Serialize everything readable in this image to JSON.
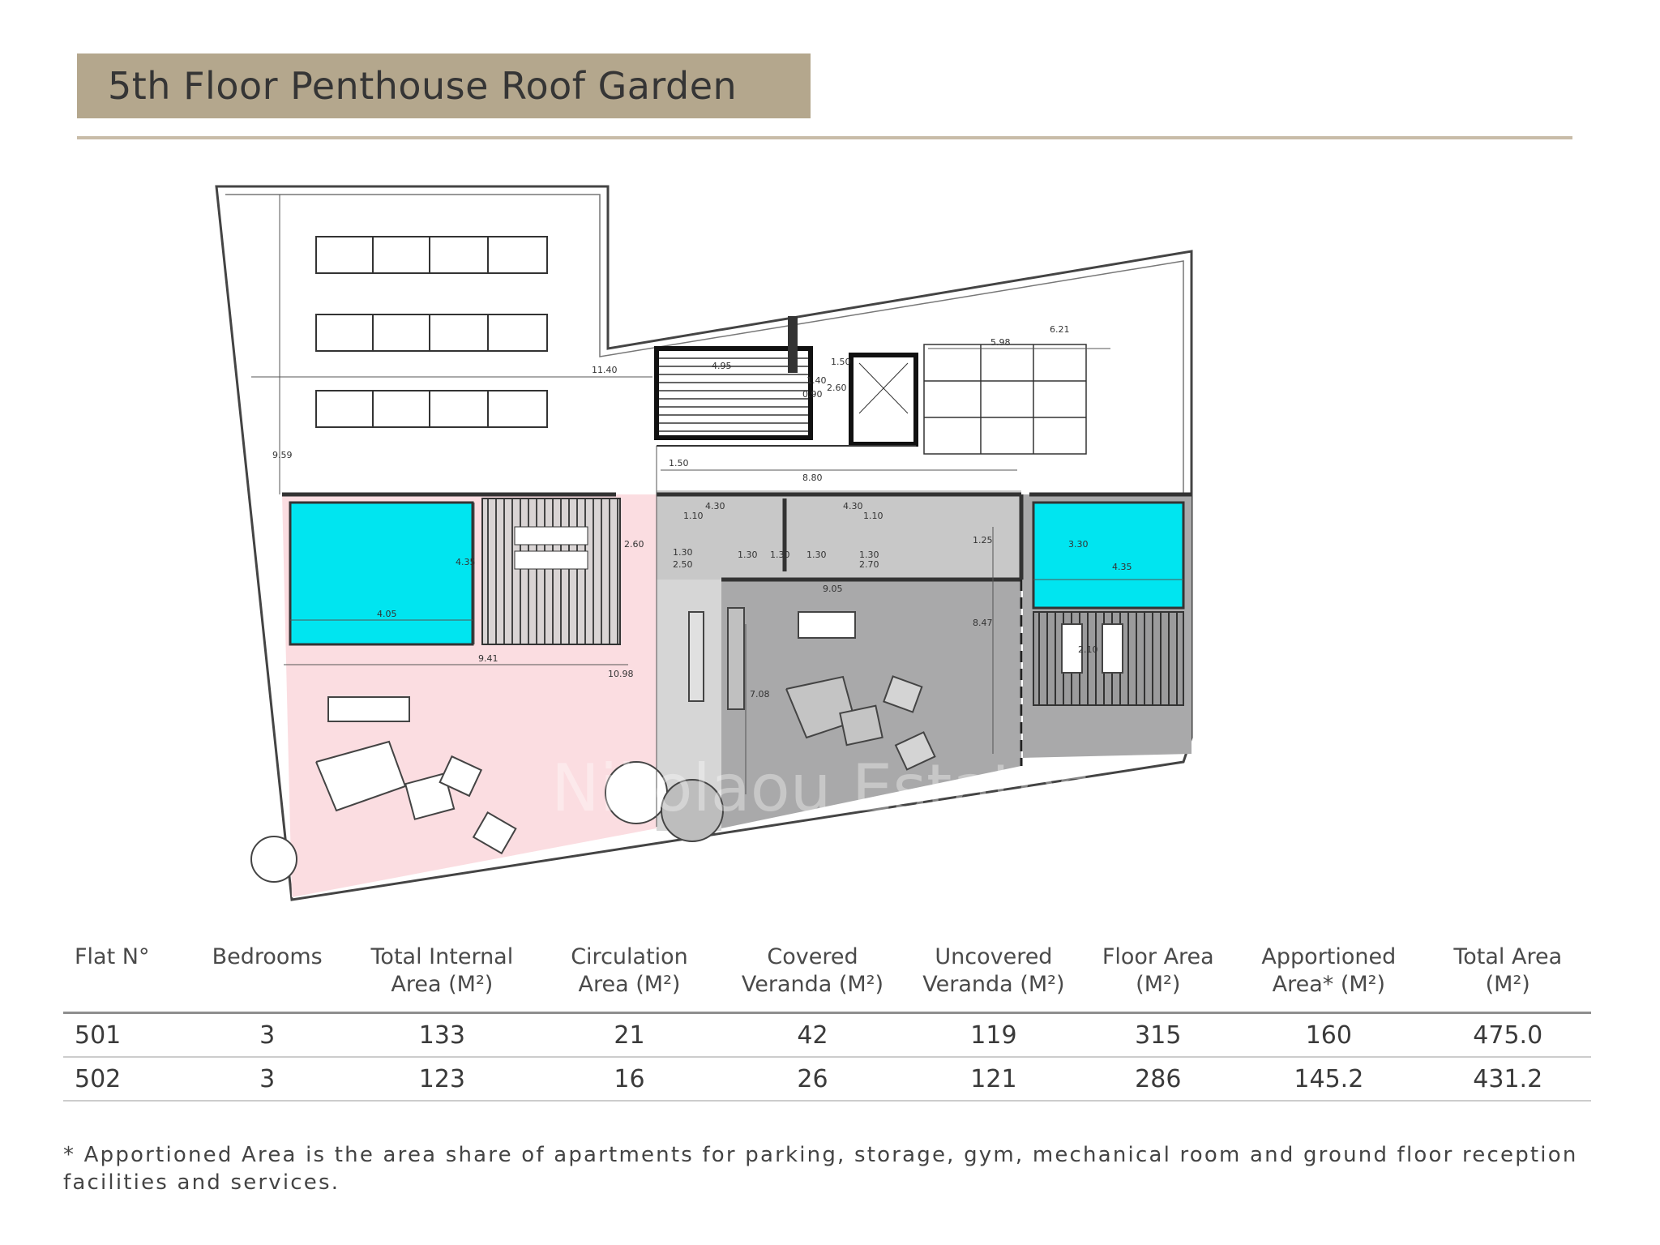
{
  "title": "5th Floor Penthouse Roof Garden",
  "colors": {
    "banner": "#b4a78d",
    "pool": "#00e5f0",
    "flat_501_zone": "#fbdde1",
    "flat_502_zone": "#a9a9aa"
  },
  "plan": {
    "watermark": "Nikolaou Estates",
    "dimensions": [
      "11.40",
      "9.59",
      "4.95",
      "1.40",
      "0.90",
      "1.50",
      "2.60",
      "5.98",
      "6.21",
      "1.50",
      "8.80",
      "4.30",
      "1.10",
      "4.30",
      "1.10",
      "2.60",
      "1.30",
      "2.50",
      "1.30",
      "1.30",
      "1.30",
      "1.30",
      "2.70",
      "1.25",
      "3.30",
      "4.35",
      "4.35",
      "4.05",
      "9.41",
      "10.98",
      "9.05",
      "7.08",
      "8.47",
      "2.10"
    ]
  },
  "table": {
    "headers": [
      [
        "Flat N°"
      ],
      [
        "Bedrooms"
      ],
      [
        "Total Internal",
        "Area (M²)"
      ],
      [
        "Circulation",
        "Area (M²)"
      ],
      [
        "Covered",
        "Veranda (M²)"
      ],
      [
        "Uncovered",
        "Veranda (M²)"
      ],
      [
        "Floor Area",
        "(M²)"
      ],
      [
        "Apportioned",
        "Area* (M²)"
      ],
      [
        "Total Area",
        "(M²)"
      ]
    ],
    "rows": [
      [
        "501",
        "3",
        "133",
        "21",
        "42",
        "119",
        "315",
        "160",
        "475.0"
      ],
      [
        "502",
        "3",
        "123",
        "16",
        "26",
        "121",
        "286",
        "145.2",
        "431.2"
      ]
    ]
  },
  "footnote": "* Apportioned Area is the area share of apartments for parking, storage, gym, mechanical room and ground floor reception facilities and services."
}
